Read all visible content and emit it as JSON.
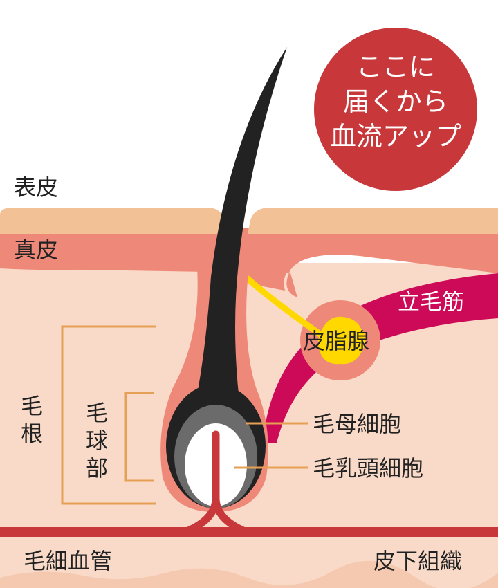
{
  "callout": {
    "lines": [
      "ここに",
      "届くから",
      "血流アップ"
    ],
    "color": "#c8373a"
  },
  "labels": {
    "epidermis": "表皮",
    "dermis": "真皮",
    "arrector_pili": "立毛筋",
    "sebaceous_gland": "皮脂腺",
    "hair_matrix_cells": "毛母細胞",
    "dermal_papilla_cells": "毛乳頭細胞",
    "hair_root": [
      "毛",
      "根"
    ],
    "hair_bulb": [
      "毛",
      "球",
      "部"
    ],
    "capillaries": "毛細血管",
    "subcutaneous": "皮下組織"
  },
  "colors": {
    "epidermis": "#f3c196",
    "dermis": "#ee8878",
    "tissue": "#f9dac8",
    "vessel": "#c8373a",
    "muscle": "#cc0a57",
    "sebum": "#ffd800",
    "bracket": "#e5a055",
    "hair": "#222222"
  }
}
